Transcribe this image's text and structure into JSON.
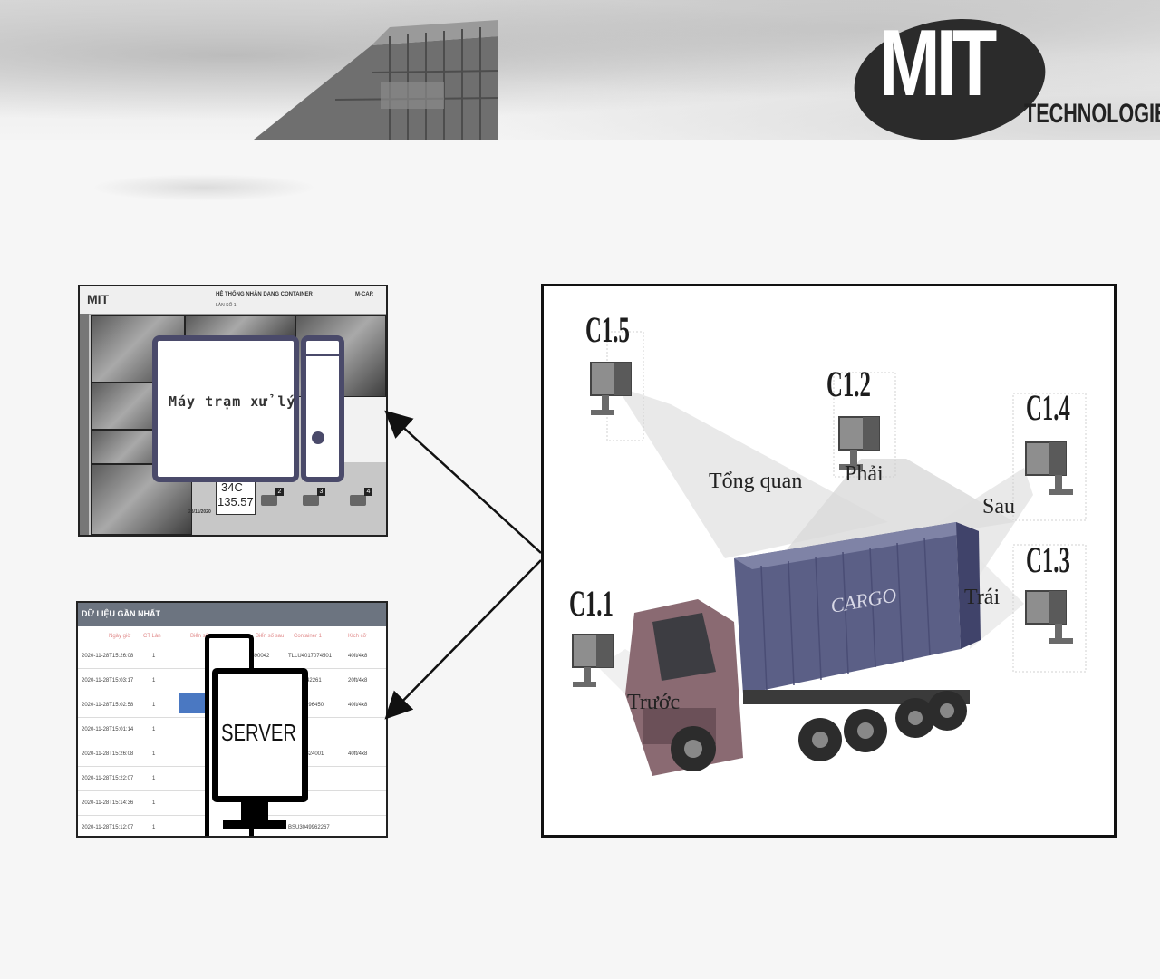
{
  "brand": {
    "mark": "MIT",
    "tagline": "TECHNOLOGIES"
  },
  "station": {
    "mini_logo": "MIT",
    "header_title": "HỆ THỐNG NHẬN DẠNG CONTAINER",
    "header_sub": "LÀN SỐ 1",
    "header_right": "M-CAR",
    "label": "Máy trạm xử lý",
    "plate_line1": "34C",
    "plate_line2": "135.57",
    "date": "28/11/2020",
    "lanes": [
      "2",
      "3",
      "4"
    ]
  },
  "server": {
    "panel_title": "DỮ LIỆU GẦN NHẤT",
    "label": "SERVER",
    "columns": [
      "Ngày giờ",
      "CT Làn",
      "Biển số",
      "Biển số sau",
      "Container 1",
      "Kích cỡ"
    ],
    "rows": [
      {
        "time": "2020-11-28T15:26:08",
        "lane": "1",
        "c1": "1590042",
        "c2": "TLLU4017074501",
        "size": "40ft/4x8"
      },
      {
        "time": "2020-11-28T15:03:17",
        "lane": "1",
        "c1": "",
        "c2": "20260442261",
        "size": "20ft/4x8"
      },
      {
        "time": "2020-11-28T15:02:58",
        "lane": "1",
        "c1": "",
        "c2": "TRU42396450",
        "size": "40ft/4x8"
      },
      {
        "time": "2020-11-28T15:01:14",
        "lane": "1",
        "c1": "",
        "c2": "",
        "size": ""
      },
      {
        "time": "2020-11-28T15:26:08",
        "lane": "1",
        "c1": "",
        "c2": "TYKU9824001",
        "size": "40ft/4x8"
      },
      {
        "time": "2020-11-28T15:22:07",
        "lane": "1",
        "c1": "",
        "c2": "",
        "size": ""
      },
      {
        "time": "2020-11-28T15:14:36",
        "lane": "1",
        "c1": "",
        "c2": "",
        "size": ""
      },
      {
        "time": "2020-11-28T15:12:07",
        "lane": "1",
        "c1": "",
        "c2": "BSU3049962267",
        "size": ""
      }
    ]
  },
  "scene": {
    "cameras": [
      "C1.1",
      "C1.2",
      "C1.3",
      "C1.4",
      "C1.5"
    ],
    "views": {
      "overview": "Tổng quan",
      "right": "Phải",
      "rear": "Sau",
      "left": "Trái",
      "front": "Trước"
    },
    "container_text": "CARGO"
  }
}
